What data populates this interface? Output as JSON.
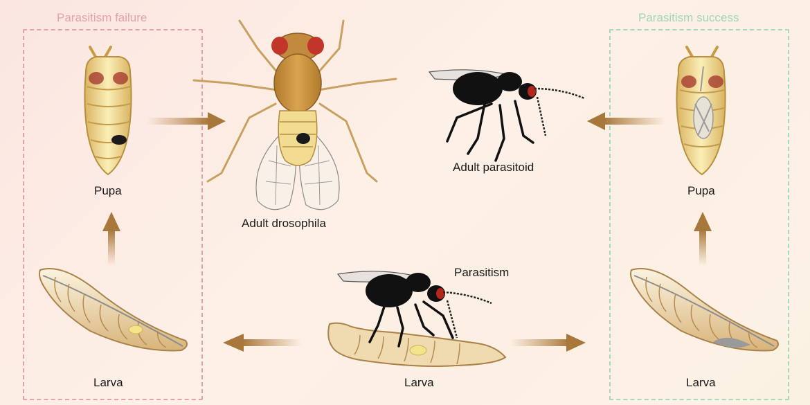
{
  "panels": {
    "left_title": "Parasitism failure",
    "right_title": "Parasitism success"
  },
  "labels": {
    "pupa_left": "Pupa",
    "larva_left": "Larva",
    "adult_drosophila": "Adult drosophila",
    "adult_parasitoid": "Adult parasitoid",
    "parasitism": "Parasitism",
    "larva_center": "Larva",
    "pupa_right": "Pupa",
    "larva_right": "Larva"
  },
  "colors": {
    "failure": "#e3a3a6",
    "success": "#a7d8bc",
    "arrow": "#b8894f",
    "wasp": "#111111",
    "eye": "#b3261e",
    "larva_body": "#efd9ae"
  }
}
